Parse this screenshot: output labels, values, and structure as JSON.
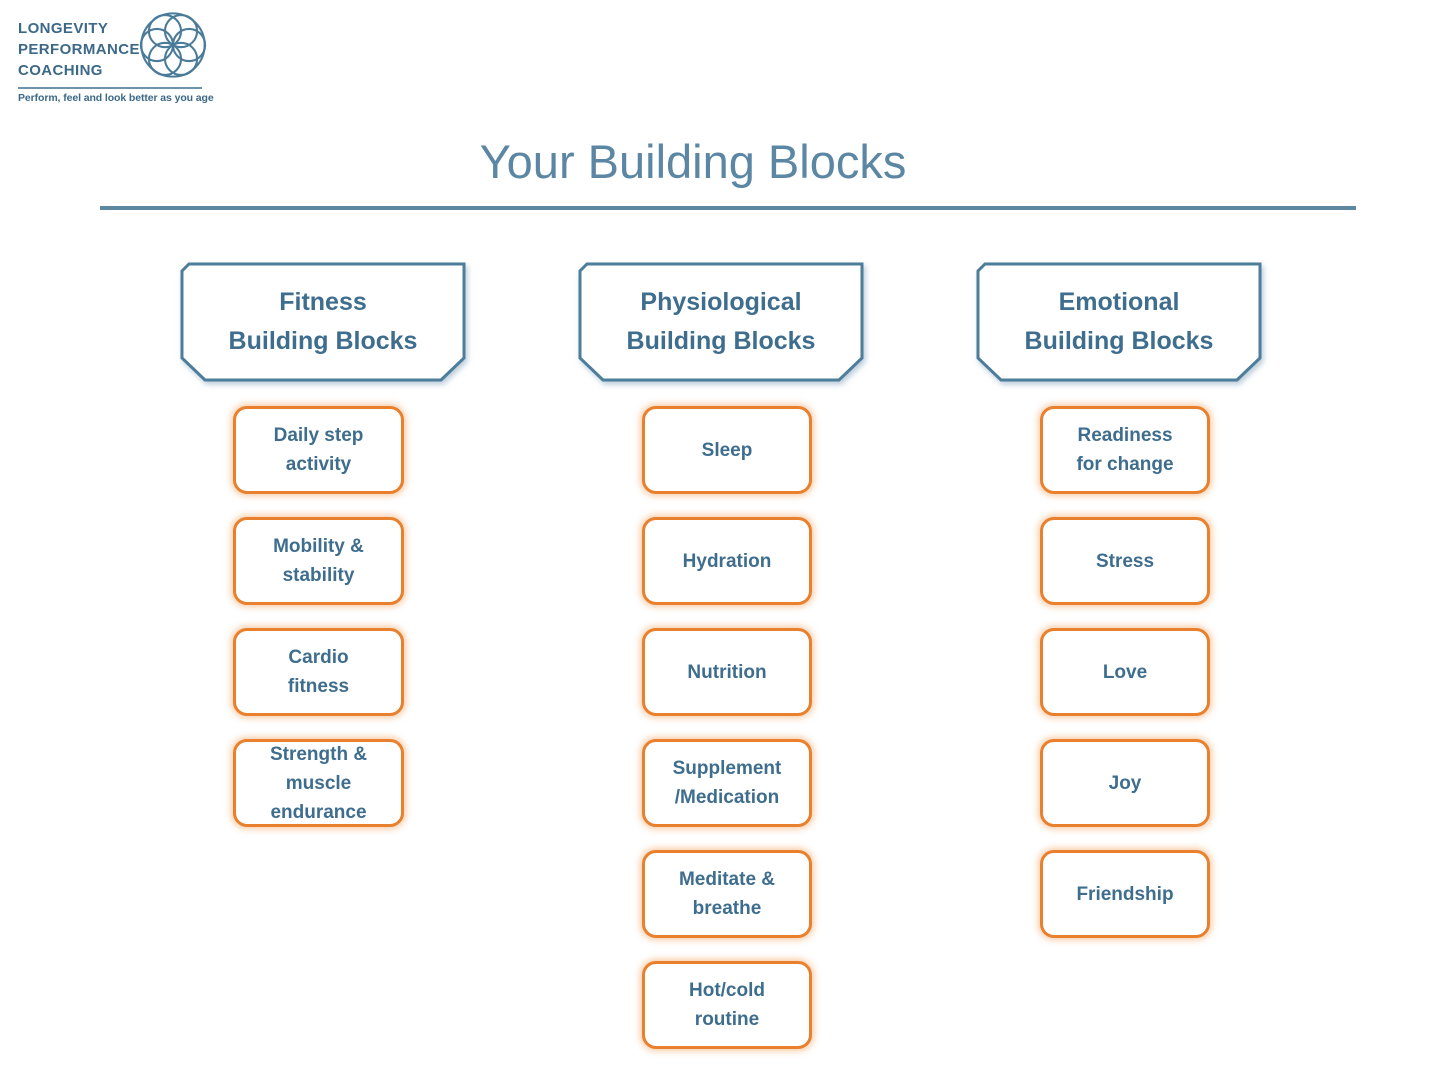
{
  "logo": {
    "name_lines": [
      "LONGEVITY",
      "PERFORMANCE",
      "COACHING"
    ],
    "tagline": "Perform, feel and look better as you age"
  },
  "title": "Your Building Blocks",
  "colors": {
    "text_blue": "#3E6D8E",
    "border_blue": "#4C7D9B",
    "title_blue": "#5B87A4",
    "rule_blue": "#5E88A1",
    "orange": "#E8802D"
  },
  "columns": [
    {
      "header_lines": [
        "Fitness",
        "Building Blocks"
      ],
      "items": [
        [
          "Daily step",
          "activity"
        ],
        [
          "Mobility &",
          "stability"
        ],
        [
          "Cardio",
          "fitness"
        ],
        [
          "Strength &",
          "muscle",
          "endurance"
        ]
      ]
    },
    {
      "header_lines": [
        "Physiological",
        "Building Blocks"
      ],
      "items": [
        [
          "Sleep"
        ],
        [
          "Hydration"
        ],
        [
          "Nutrition"
        ],
        [
          "Supplement",
          "/Medication"
        ],
        [
          "Meditate &",
          "breathe"
        ],
        [
          "Hot/cold",
          "routine"
        ]
      ]
    },
    {
      "header_lines": [
        "Emotional",
        "Building Blocks"
      ],
      "items": [
        [
          "Readiness",
          "for change"
        ],
        [
          "Stress"
        ],
        [
          "Love"
        ],
        [
          "Joy"
        ],
        [
          "Friendship"
        ]
      ]
    }
  ]
}
